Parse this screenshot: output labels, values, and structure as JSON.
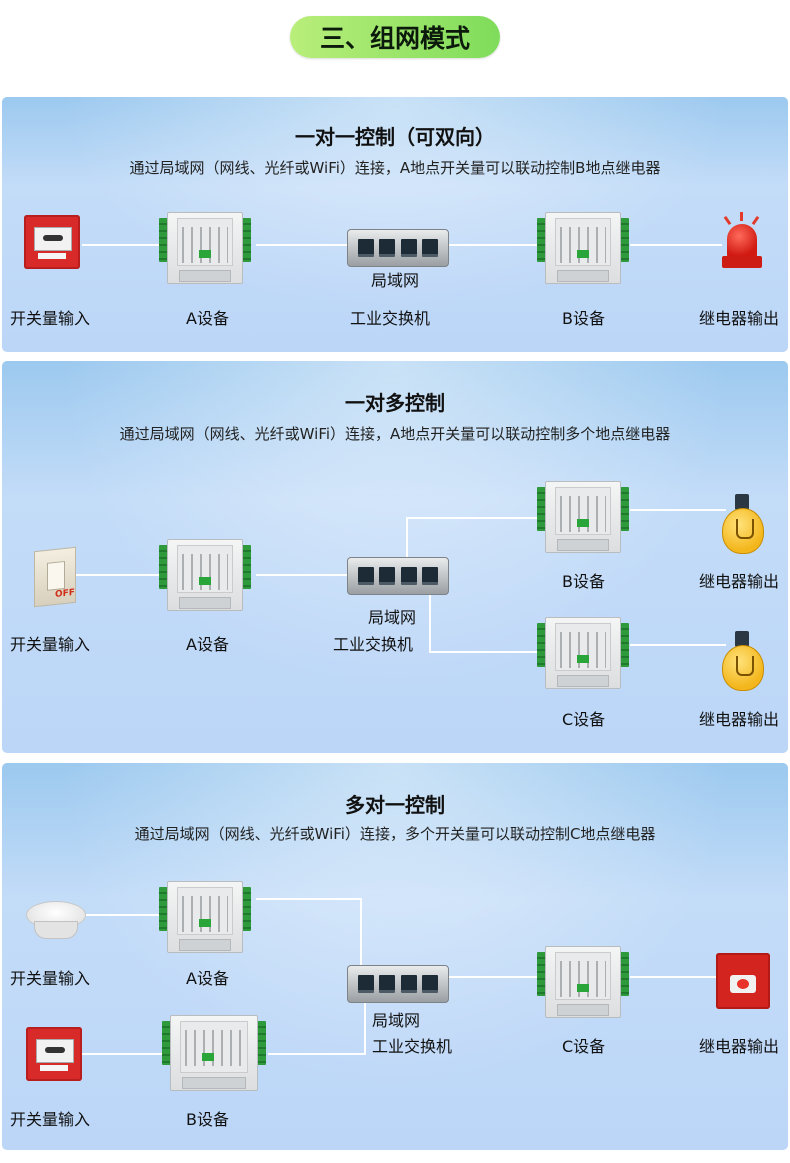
{
  "header": {
    "title": "三、组网模式"
  },
  "panels": [
    {
      "title": "一对一控制（可双向）",
      "desc": "通过局域网（网线、光纤或WiFi）连接，A地点开关量可以联动控制B地点继电器",
      "labels": {
        "input": "开关量输入",
        "devA": "A设备",
        "lan": "局域网",
        "switch": "工业交换机",
        "devB": "B设备",
        "output": "继电器输出"
      }
    },
    {
      "title": "一对多控制",
      "desc": "通过局域网（网线、光纤或WiFi）连接，A地点开关量可以联动控制多个地点继电器",
      "labels": {
        "input": "开关量输入",
        "devA": "A设备",
        "lan": "局域网",
        "switch": "工业交换机",
        "devB": "B设备",
        "outputB": "继电器输出",
        "devC": "C设备",
        "outputC": "继电器输出"
      }
    },
    {
      "title": "多对一控制",
      "desc": "通过局域网（网线、光纤或WiFi）连接，多个开关量可以联动控制C地点继电器",
      "labels": {
        "inputA": "开关量输入",
        "devA": "A设备",
        "inputB": "开关量输入",
        "devB": "B设备",
        "lan": "局域网",
        "switch": "工业交换机",
        "devC": "C设备",
        "output": "继电器输出"
      }
    }
  ],
  "icons": {
    "callpoint": "manual-call-point-icon",
    "beacon": "warning-beacon-icon",
    "bulb": "light-bulb-icon",
    "wallswitch": "wall-switch-icon",
    "smoke": "smoke-detector-icon",
    "siren": "alarm-siren-icon",
    "device": "io-controller-device",
    "switch": "network-switch-icon"
  },
  "colors": {
    "pill": "#8fe26a",
    "panel": "#b6d3f5",
    "line": "#ffffff"
  }
}
